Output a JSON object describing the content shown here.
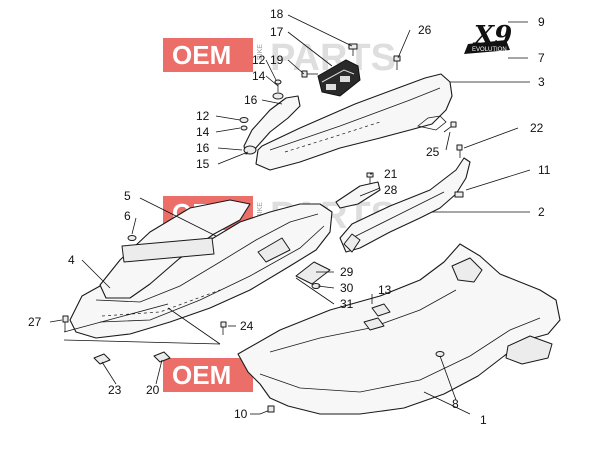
{
  "watermark": {
    "brand_left": "OEM",
    "brand_side": "BIKE",
    "brand_right": "PARTS",
    "box_color": "#e8554f"
  },
  "logo": {
    "main": "X9",
    "sub": "EVOLUTION"
  },
  "labels": {
    "l18": "18",
    "l17": "17",
    "l26": "26",
    "l9": "9",
    "l12a": "12",
    "l14a": "14",
    "l19": "19",
    "l7": "7",
    "l16a": "16",
    "l3": "3",
    "l12b": "12",
    "l14b": "14",
    "l16b": "16",
    "l15": "15",
    "l25": "25",
    "l22": "22",
    "l21": "21",
    "l28": "28",
    "l11": "11",
    "l5": "5",
    "l6": "6",
    "l2": "2",
    "l4": "4",
    "l29": "29",
    "l30": "30",
    "l31": "31",
    "l13": "13",
    "l27": "27",
    "l24": "24",
    "l23": "23",
    "l20": "20",
    "l8": "8",
    "l10": "10",
    "l1": "1"
  }
}
